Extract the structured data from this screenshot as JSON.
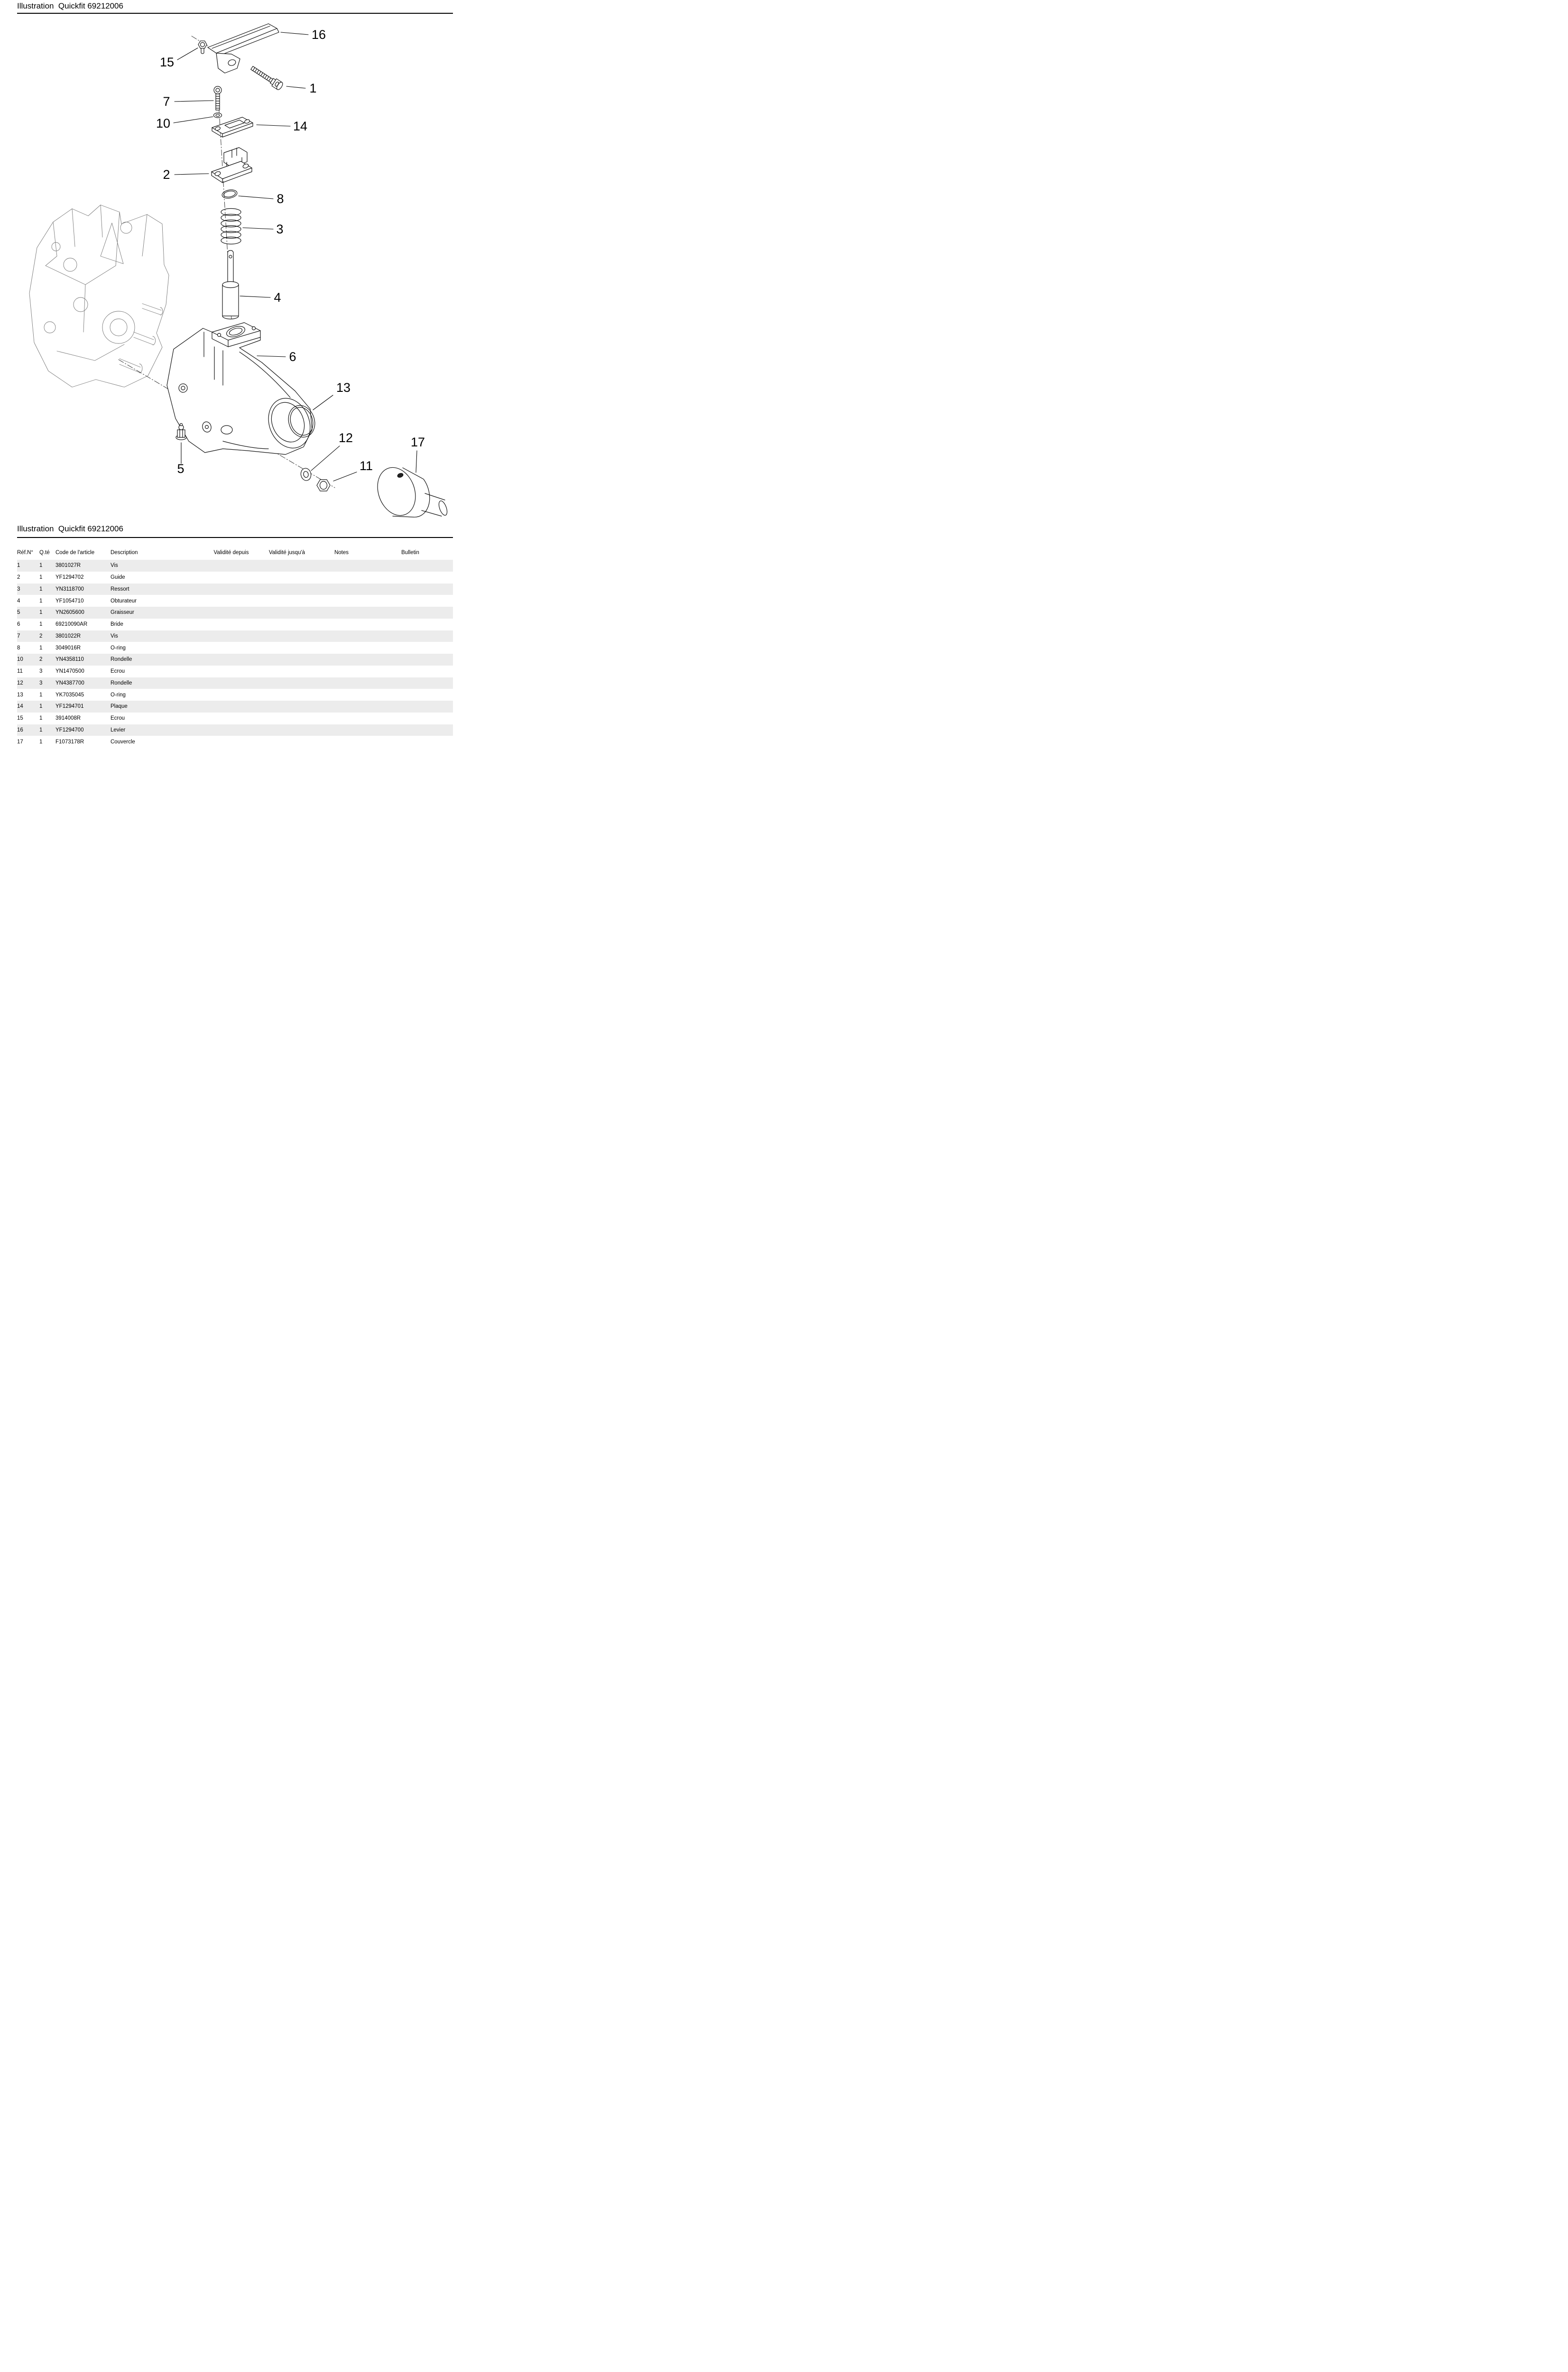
{
  "header": {
    "title": "Illustration  Quickfit 69212006"
  },
  "section": {
    "title": "Illustration  Quickfit 69212006"
  },
  "colors": {
    "row_shade": "#ececec"
  },
  "diagram": {
    "callouts": [
      {
        "label": "16"
      },
      {
        "label": "15"
      },
      {
        "label": "1"
      },
      {
        "label": "7"
      },
      {
        "label": "10"
      },
      {
        "label": "14"
      },
      {
        "label": "2"
      },
      {
        "label": "8"
      },
      {
        "label": "3"
      },
      {
        "label": "4"
      },
      {
        "label": "6"
      },
      {
        "label": "13"
      },
      {
        "label": "12"
      },
      {
        "label": "17"
      },
      {
        "label": "11"
      },
      {
        "label": "5"
      }
    ]
  },
  "table": {
    "columns": [
      "Réf.N°",
      "Q.té",
      "Code de l'article",
      "Description",
      "Validité depuis",
      "Validité jusqu'à",
      "Notes",
      "Bulletin"
    ],
    "rows": [
      {
        "ref": "1",
        "qty": "1",
        "code": "3801027R",
        "desc": "Vis",
        "depuis": "",
        "jusqua": "",
        "notes": "",
        "bulletin": ""
      },
      {
        "ref": "2",
        "qty": "1",
        "code": "YF1294702",
        "desc": "Guide",
        "depuis": "",
        "jusqua": "",
        "notes": "",
        "bulletin": ""
      },
      {
        "ref": "3",
        "qty": "1",
        "code": "YN3118700",
        "desc": "Ressort",
        "depuis": "",
        "jusqua": "",
        "notes": "",
        "bulletin": ""
      },
      {
        "ref": "4",
        "qty": "1",
        "code": "YF1054710",
        "desc": "Obturateur",
        "depuis": "",
        "jusqua": "",
        "notes": "",
        "bulletin": ""
      },
      {
        "ref": "5",
        "qty": "1",
        "code": "YN2605600",
        "desc": "Graisseur",
        "depuis": "",
        "jusqua": "",
        "notes": "",
        "bulletin": ""
      },
      {
        "ref": "6",
        "qty": "1",
        "code": "69210090AR",
        "desc": "Bride",
        "depuis": "",
        "jusqua": "",
        "notes": "",
        "bulletin": ""
      },
      {
        "ref": "7",
        "qty": "2",
        "code": "3801022R",
        "desc": "Vis",
        "depuis": "",
        "jusqua": "",
        "notes": "",
        "bulletin": ""
      },
      {
        "ref": "8",
        "qty": "1",
        "code": "3049016R",
        "desc": "O-ring",
        "depuis": "",
        "jusqua": "",
        "notes": "",
        "bulletin": ""
      },
      {
        "ref": "10",
        "qty": "2",
        "code": "YN4358110",
        "desc": "Rondelle",
        "depuis": "",
        "jusqua": "",
        "notes": "",
        "bulletin": ""
      },
      {
        "ref": "11",
        "qty": "3",
        "code": "YN1470500",
        "desc": "Ecrou",
        "depuis": "",
        "jusqua": "",
        "notes": "",
        "bulletin": ""
      },
      {
        "ref": "12",
        "qty": "3",
        "code": "YN4387700",
        "desc": "Rondelle",
        "depuis": "",
        "jusqua": "",
        "notes": "",
        "bulletin": ""
      },
      {
        "ref": "13",
        "qty": "1",
        "code": "YK7035045",
        "desc": "O-ring",
        "depuis": "",
        "jusqua": "",
        "notes": "",
        "bulletin": ""
      },
      {
        "ref": "14",
        "qty": "1",
        "code": "YF1294701",
        "desc": "Plaque",
        "depuis": "",
        "jusqua": "",
        "notes": "",
        "bulletin": ""
      },
      {
        "ref": "15",
        "qty": "1",
        "code": "3914008R",
        "desc": "Ecrou",
        "depuis": "",
        "jusqua": "",
        "notes": "",
        "bulletin": ""
      },
      {
        "ref": "16",
        "qty": "1",
        "code": "YF1294700",
        "desc": "Levier",
        "depuis": "",
        "jusqua": "",
        "notes": "",
        "bulletin": ""
      },
      {
        "ref": "17",
        "qty": "1",
        "code": "F1073178R",
        "desc": "Couvercle",
        "depuis": "",
        "jusqua": "",
        "notes": "",
        "bulletin": ""
      }
    ]
  }
}
